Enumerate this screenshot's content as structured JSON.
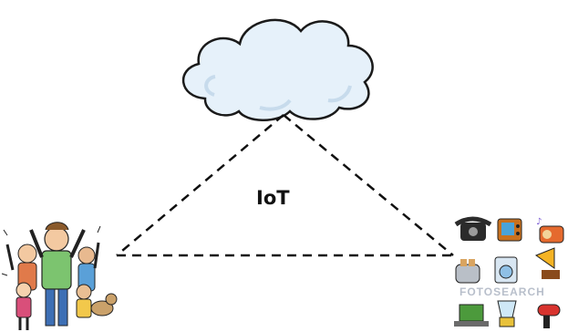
{
  "diagram": {
    "center_label": "IoT",
    "nodes": [
      {
        "id": "cloud",
        "icon": "cloud-icon"
      },
      {
        "id": "people",
        "icon": "people-group-icon"
      },
      {
        "id": "things",
        "icon": "devices-collage-icon"
      }
    ],
    "edges": [
      {
        "from": "cloud",
        "to": "people",
        "style": "dashed"
      },
      {
        "from": "cloud",
        "to": "things",
        "style": "dashed"
      },
      {
        "from": "people",
        "to": "things",
        "style": "dashed"
      }
    ],
    "watermark": "FOTOSEARCH"
  },
  "colors": {
    "cloud_fill": "#e6f1fa",
    "cloud_stroke": "#1a1a1a",
    "line": "#111111"
  }
}
